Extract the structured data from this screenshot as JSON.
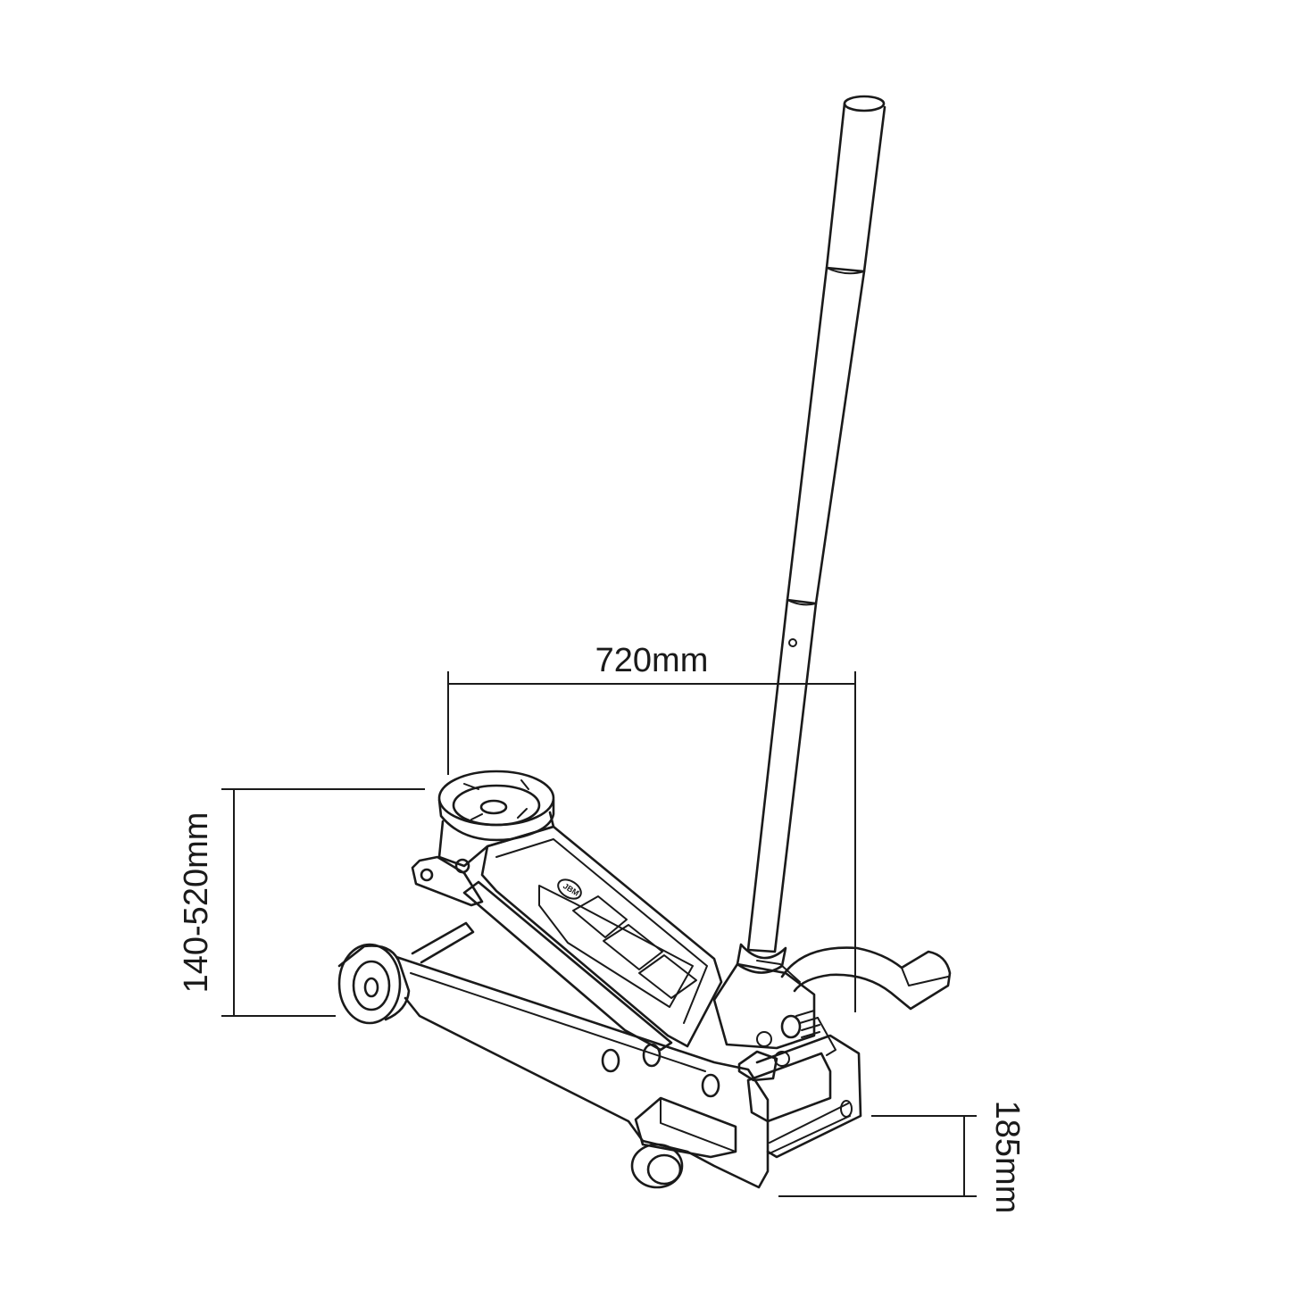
{
  "dimensions": {
    "length_label": "720mm",
    "lift_range_label": "140-520mm",
    "saddle_label": "185mm"
  },
  "logo": {
    "text": "JBM"
  },
  "colors": {
    "line": "#1a1a1a",
    "background": "#ffffff"
  }
}
